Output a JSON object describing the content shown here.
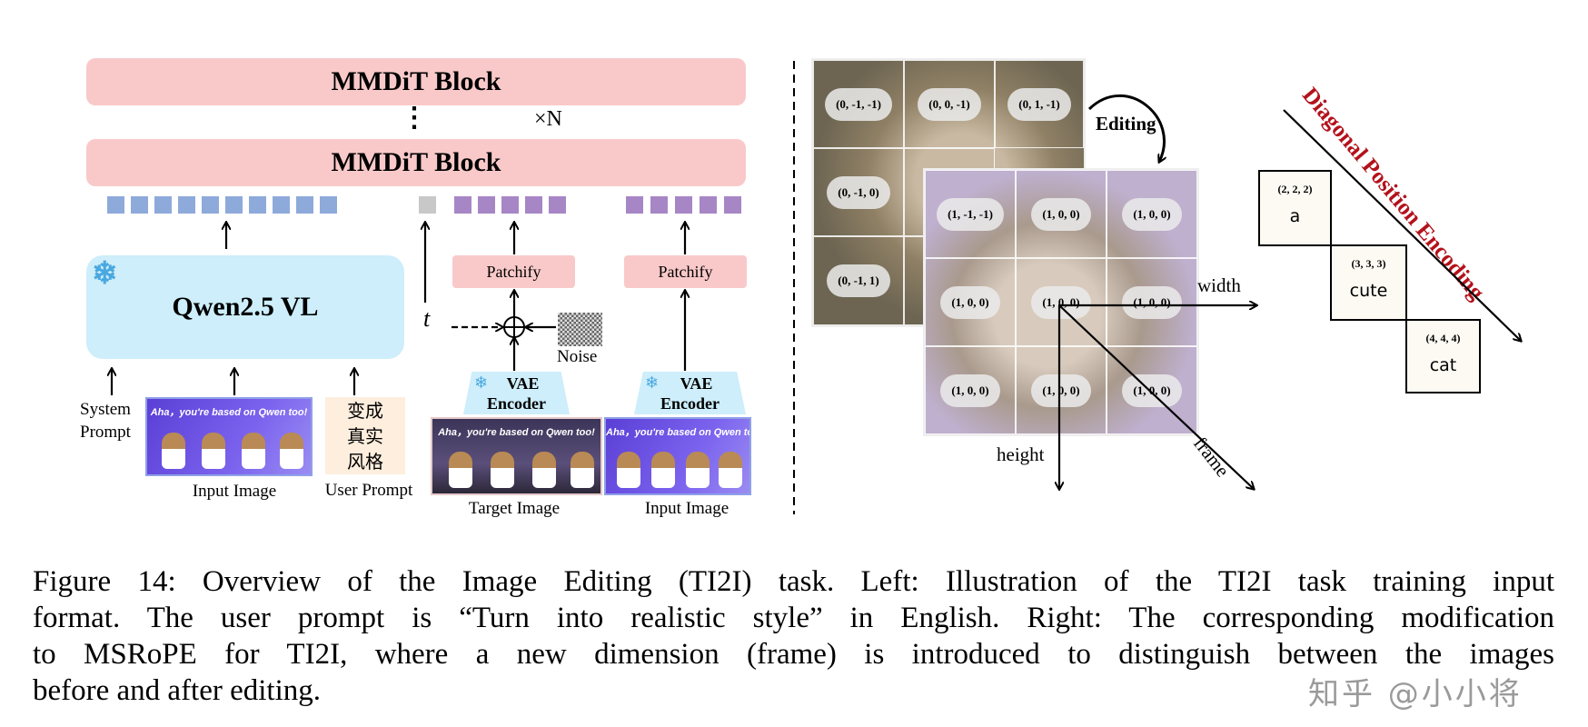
{
  "left_panel": {
    "mmdit_block_label": "MMDiT Block",
    "repeat_dots": "⋮",
    "repeat_label": "×N",
    "text_encoder_label": "Qwen2.5 VL",
    "frozen_icon": "snowflake-icon",
    "timestep_label": "t",
    "noise_label": "Noise",
    "patchify_label": "Patchify",
    "vae_label_line1": "VAE",
    "vae_label_line2": "Encoder",
    "system_prompt_line1": "System",
    "system_prompt_line2": "Prompt",
    "image_overlay_text": "Aha，you're based on Qwen too!",
    "user_prompt_lines": [
      "变成",
      "真实",
      "风格"
    ],
    "input_image_label": "Input Image",
    "user_prompt_label": "User Prompt",
    "target_image_label": "Target Image",
    "input_image_label_2": "Input Image",
    "token_colors": {
      "text": "#8eaadb",
      "timestep": "#c8c8c8",
      "image": "#a786c5"
    },
    "block_color": "#f9c9c9",
    "encoder_color": "#cdeefa"
  },
  "right_panel": {
    "back_grid_labels": [
      "(0, -1, -1)",
      "(0, 0, -1)",
      "(0, 1, -1)",
      "(0, -1, 0)",
      "(0, -1, 1)"
    ],
    "front_grid_labels": [
      "(1, -1, -1)",
      "(1, 0, 0)",
      "(1, 0, 0)",
      "(1, 0, 0)",
      "(1, 0, 0)",
      "(1, 0, 0)",
      "(1, 0, 0)",
      "(1, 0, 0)",
      "(1, 0, 0)"
    ],
    "editing_label": "Editing",
    "width_label": "width",
    "height_label": "height",
    "frame_label": "frame",
    "diagonal_title": "Diagonal Position Encoding",
    "diagonal_title_color": "#b3121b",
    "text_tokens": [
      {
        "coord": "(2, 2, 2)",
        "word": "a"
      },
      {
        "coord": "(3, 3, 3)",
        "word": "cute"
      },
      {
        "coord": "(4, 4, 4)",
        "word": "cat"
      }
    ]
  },
  "caption": {
    "lines": [
      "Figure 14: Overview of the Image Editing (TI2I) task. Left: Illustration of the TI2I task training input",
      "format. The user prompt is “Turn into realistic style” in English. Right: The corresponding modification",
      "to MSRoPE for TI2I, where a new dimension (frame) is introduced to distinguish between the images",
      "before and after editing."
    ]
  },
  "watermark": "知乎 @小小将"
}
